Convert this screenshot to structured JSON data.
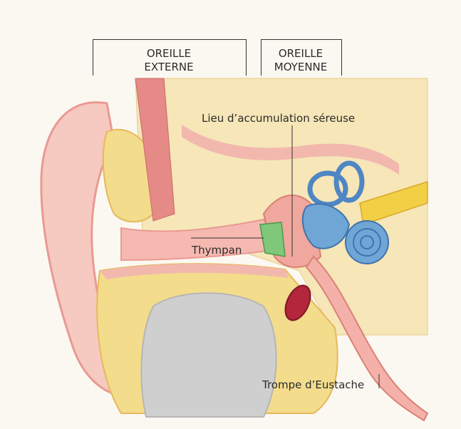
{
  "labels": {
    "outer_ear": [
      "OREILLE",
      "EXTERNE"
    ],
    "middle_ear": [
      "OREILLE",
      "MOYENNE"
    ],
    "fluid_site": "Lieu d’accumulation séreuse",
    "eardrum": "Thympan",
    "eustachian_tube": "Trompe d’Eustache"
  },
  "colors": {
    "background": "#fbf8f1",
    "skin": "#f6c9c1",
    "skin_edge": "#e99a92",
    "bone": "#f6e6b8",
    "fat": "#f3dc8c",
    "cochlea": "#6fa6d6",
    "nerve": "#f2cf45",
    "sinus_gray": "#cfcfcf",
    "eardrum_green": "#7fc77a",
    "vessel_red": "#b3263b"
  }
}
